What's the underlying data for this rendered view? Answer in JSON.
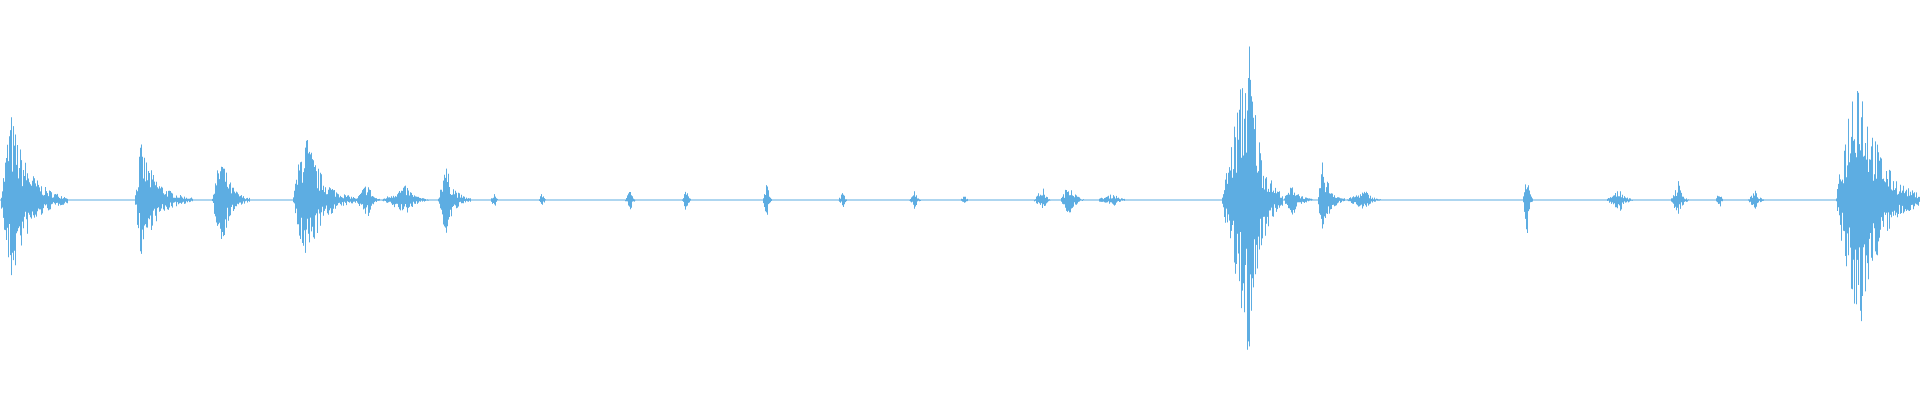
{
  "waveform": {
    "color": "#5DADE2",
    "background": "#FFFFFF",
    "baseline_fraction_of_height": 0.5,
    "segments": [
      {
        "start": 0.0,
        "end": 0.035,
        "peak": 0.55,
        "attack": 0.15
      },
      {
        "start": 0.07,
        "end": 0.1,
        "peak": 0.35,
        "attack": 0.1
      },
      {
        "start": 0.11,
        "end": 0.13,
        "peak": 0.3,
        "attack": 0.25
      },
      {
        "start": 0.152,
        "end": 0.185,
        "peak": 0.45,
        "attack": 0.2
      },
      {
        "start": 0.185,
        "end": 0.198,
        "peak": 0.12,
        "attack": 0.5
      },
      {
        "start": 0.198,
        "end": 0.225,
        "peak": 0.09,
        "attack": 0.5
      },
      {
        "start": 0.228,
        "end": 0.245,
        "peak": 0.25,
        "attack": 0.2
      },
      {
        "start": 0.255,
        "end": 0.26,
        "peak": 0.05,
        "attack": 0.5
      },
      {
        "start": 0.28,
        "end": 0.285,
        "peak": 0.05,
        "attack": 0.5
      },
      {
        "start": 0.325,
        "end": 0.332,
        "peak": 0.07,
        "attack": 0.5
      },
      {
        "start": 0.355,
        "end": 0.36,
        "peak": 0.09,
        "attack": 0.5
      },
      {
        "start": 0.397,
        "end": 0.402,
        "peak": 0.12,
        "attack": 0.5
      },
      {
        "start": 0.436,
        "end": 0.442,
        "peak": 0.05,
        "attack": 0.5
      },
      {
        "start": 0.473,
        "end": 0.48,
        "peak": 0.07,
        "attack": 0.5
      },
      {
        "start": 0.5,
        "end": 0.505,
        "peak": 0.04,
        "attack": 0.5
      },
      {
        "start": 0.538,
        "end": 0.548,
        "peak": 0.08,
        "attack": 0.5
      },
      {
        "start": 0.552,
        "end": 0.565,
        "peak": 0.12,
        "attack": 0.4
      },
      {
        "start": 0.57,
        "end": 0.59,
        "peak": 0.04,
        "attack": 0.5
      },
      {
        "start": 0.636,
        "end": 0.668,
        "peak": 1.0,
        "attack": 0.45
      },
      {
        "start": 0.668,
        "end": 0.685,
        "peak": 0.1,
        "attack": 0.3
      },
      {
        "start": 0.686,
        "end": 0.7,
        "peak": 0.25,
        "attack": 0.2
      },
      {
        "start": 0.7,
        "end": 0.722,
        "peak": 0.06,
        "attack": 0.5
      },
      {
        "start": 0.793,
        "end": 0.798,
        "peak": 0.25,
        "attack": 0.5
      },
      {
        "start": 0.836,
        "end": 0.852,
        "peak": 0.07,
        "attack": 0.5
      },
      {
        "start": 0.87,
        "end": 0.88,
        "peak": 0.12,
        "attack": 0.4
      },
      {
        "start": 0.893,
        "end": 0.898,
        "peak": 0.06,
        "attack": 0.5
      },
      {
        "start": 0.91,
        "end": 0.92,
        "peak": 0.06,
        "attack": 0.4
      },
      {
        "start": 0.957,
        "end": 0.964,
        "peak": 0.06,
        "attack": 0.5
      },
      {
        "start": 0.956,
        "end": 1.0,
        "peak": 0.95,
        "attack": 0.25
      }
    ]
  }
}
